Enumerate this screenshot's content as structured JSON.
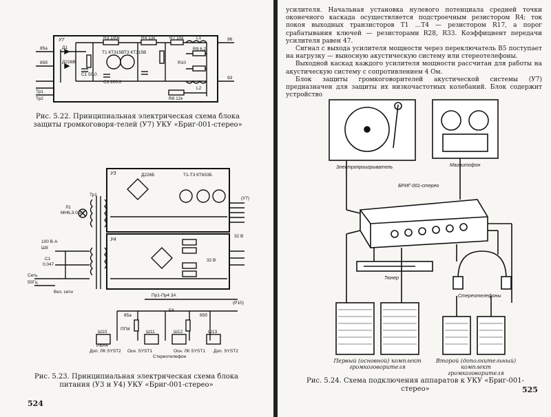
{
  "left_page": {
    "page_number": "524",
    "fig22": {
      "caption": "Рис. 5.22. Принципиальная электрическая схема блока защиты громкоговоря-телей (У7) УКУ «Бриг-001-стерео»",
      "labels": {
        "unit": "У7",
        "in1": "85а",
        "in2": "85б",
        "t1": "Т1 КТ315В",
        "t3": "Т3 КТ315В",
        "r3": "R3 100к",
        "r4": "R4 13к",
        "r7": "R7 10к",
        "l1": "L1",
        "r9": "R9 6,2",
        "out1": "96",
        "out2": "93",
        "tr1": "Тр1",
        "tr2": "Тр2",
        "r10": "R10",
        "r8": "R8 12к",
        "l2": "L2",
        "d1": "Д1",
        "d2": "Д226В",
        "c1": "С1 50,0",
        "c3": "С3 200,0"
      }
    },
    "fig23": {
      "caption": "Рис. 5.23. Принципиальная электрическая схема блока питания (У3 и У4) УКУ «Бриг-001-стерео»",
      "labels": {
        "u3": "У3",
        "u4": "У4",
        "d2265": "Д226Б",
        "t_types": "Т1-Т3 КТ603Б",
        "l1": "Л1",
        "lamp": "МН6,3-0,22",
        "tr1": "Тр1",
        "fuse": "100 В·А",
        "sh9": "Ш9",
        "c1": "С1",
        "c1v": "0,047",
        "net": "Сеть",
        "hz": "50Гц",
        "vkl": "Вкл. сети",
        "fuses": "Пр1-Пр4 3А",
        "p10": "(Р10)",
        "p7": "(У7)",
        "volt1": "32 В",
        "volt2": "32 В",
        "pgm": "ПГМ",
        "ph": "Стереотелефон",
        "sh10": "Ш10",
        "sh11": "Ш11",
        "sh12": "Ш12",
        "sh13": "Ш13",
        "b1": "Доп. ЛК SYST2",
        "b2": "Осн. SYST1",
        "b3": "Осн. ЛК SYST1",
        "b4": "Доп. SYST2",
        "pbh": "РВН4",
        "ja": "85а",
        "jb": "85б",
        "bk": "БК"
      }
    }
  },
  "right_page": {
    "page_number": "525",
    "paragraphs": [
      "усилителя. Начальная установка нулевого потенциала средней точки оконечного каскада осуществляется подстроечным резистором R4; ток покоя выходных транзисторов Т1 ...Т4 — резистором R17, а порог срабатывания ключей — резисторами R28, R33. Коэффициент передачи усилителя равен 47.",
      "Сигнал с выхода усилителя мощности через переключатель В5 поступает на нагрузку — выносную акустическую систему или стереотелефоны.",
      "Выходной каскад каждого усилителя мощности рассчитан для работы на акустическую систему с сопротивлением 4 Ом.",
      "Блок защиты громкоговорителей акустической системы (У7) предназначен для защиты их низкочастотных колебаний. Блок содержит устройство"
    ],
    "fig24": {
      "caption": "Рис. 5.24. Схема подключения аппаратов к УКУ «Бриг-001-стерео»",
      "labels": {
        "turntable": "Электропроигрыватель",
        "tape": "Магнитофон",
        "amp": "БРИГ-001-стерео",
        "tuner": "Тюнер",
        "headphones": "Стереотелефоны",
        "spk1": "Первый (основной) комплект громкоговорителя",
        "spk2": "Второй (дополнительный) комплект громкоговорителя"
      }
    }
  }
}
